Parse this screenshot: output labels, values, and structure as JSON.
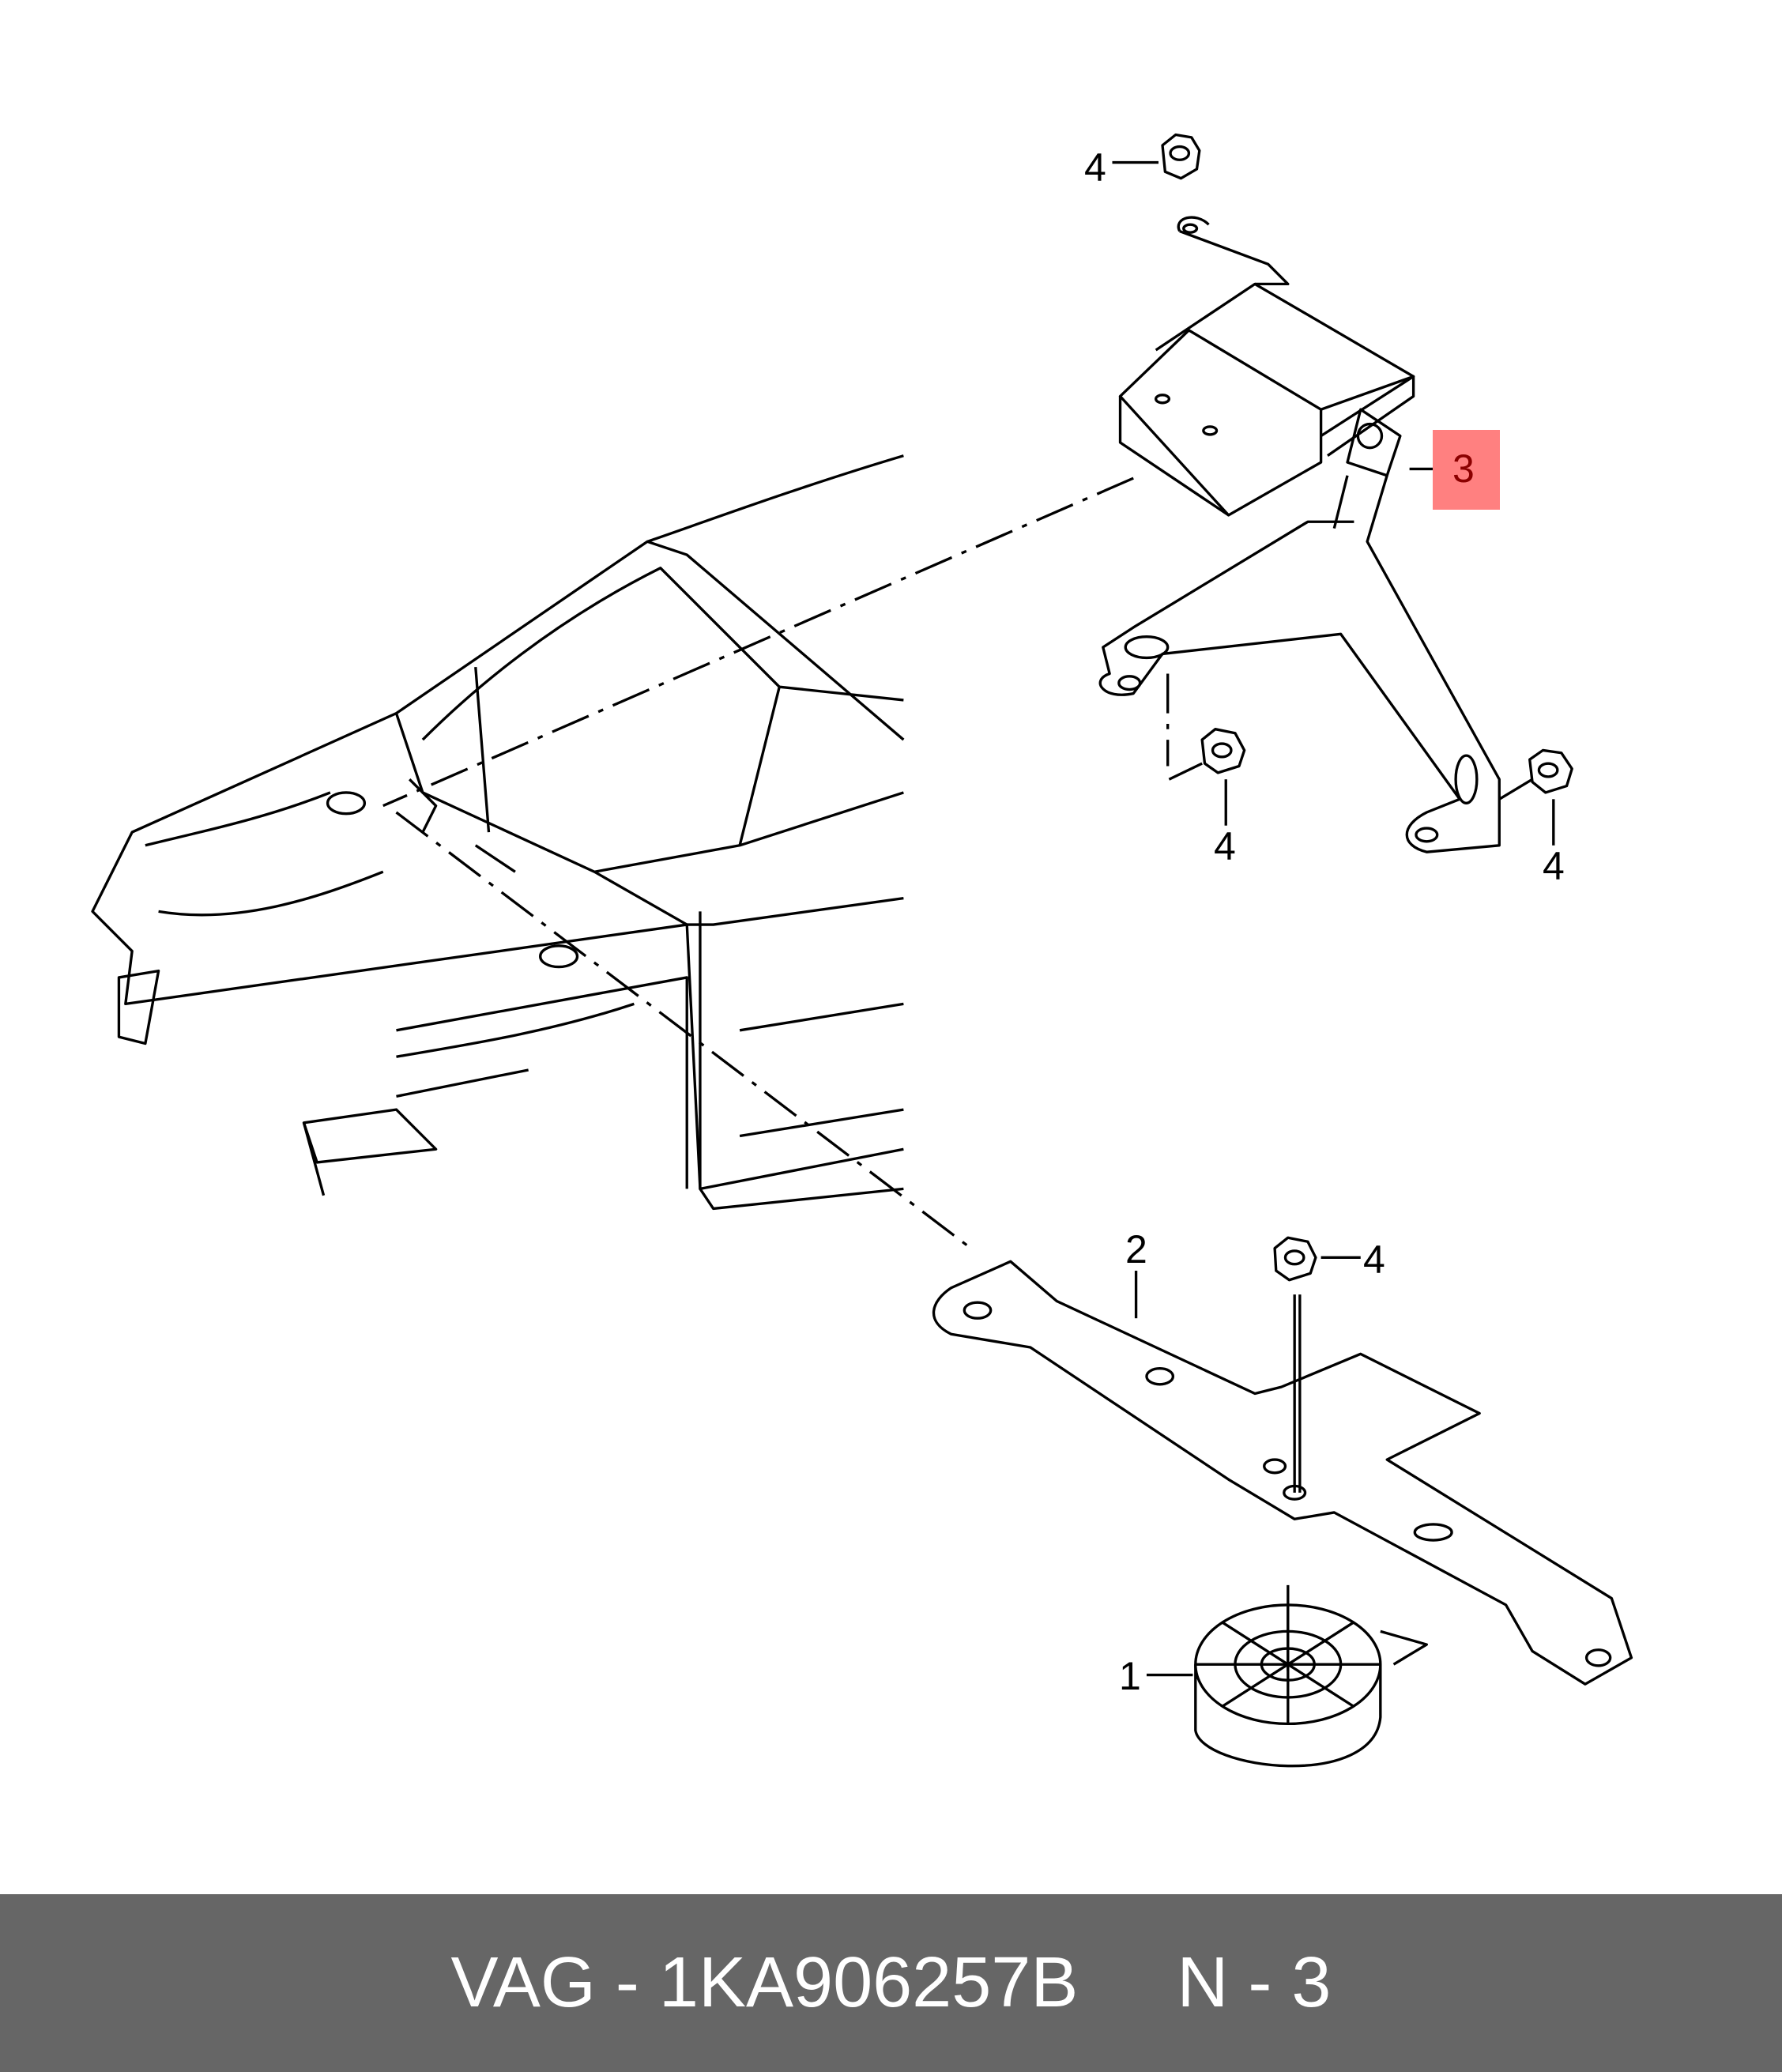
{
  "diagram": {
    "callouts": {
      "nut_top": "4",
      "nut_left": "4",
      "nut_right": "4",
      "nut_bottom": "4",
      "bracket": "2",
      "horn": "1",
      "module_bracket": "3"
    },
    "highlight_color": "#ff8080"
  },
  "footer": {
    "brand": "VAG",
    "part_number": "1KA906257B",
    "position": "N - 3",
    "full_text": "VAG - 1KA906257B     N - 3",
    "background": "#666666"
  }
}
